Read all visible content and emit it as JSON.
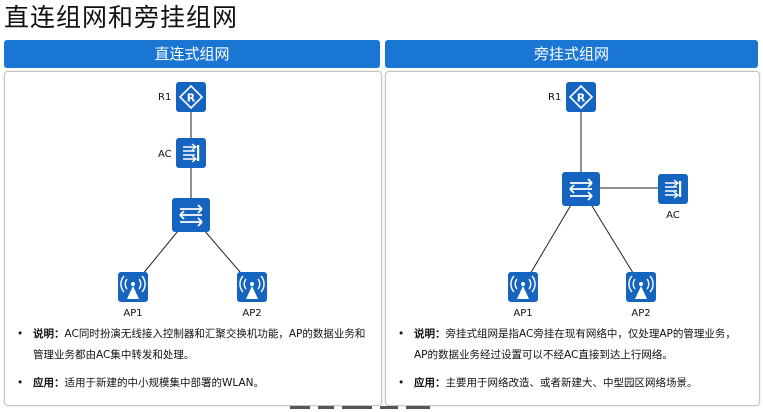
{
  "page_title": "直连组网和旁挂组网",
  "left_panel": {
    "header": "直连式组网",
    "labels": {
      "r1": "R1",
      "ac": "AC",
      "ap1": "AP1",
      "ap2": "AP2"
    },
    "notes": [
      {
        "term": "说明：",
        "text": "AC同时扮演无线接入控制器和汇聚交换机功能，AP的数据业务和管理业务都由AC集中转发和处理。"
      },
      {
        "term": "应用：",
        "text": "适用于新建的中小规模集中部署的WLAN。"
      }
    ]
  },
  "right_panel": {
    "header": "旁挂式组网",
    "labels": {
      "r1": "R1",
      "ac": "AC",
      "ap1": "AP1",
      "ap2": "AP2"
    },
    "notes": [
      {
        "term": "说明：",
        "text": "旁挂式组网是指AC旁挂在现有网络中，仅处理AP的管理业务，AP的数据业务经过设置可以不经AC直接到达上行网络。"
      },
      {
        "term": "应用：",
        "text": "主要用于网络改造、或者新建大、中型园区网络场景。"
      }
    ]
  },
  "colors": {
    "header_bg": "#1976d2",
    "device_blue": "#1565c0",
    "line": "#222222"
  },
  "icons": [
    "router-icon",
    "access-controller-icon",
    "switch-icon",
    "access-point-icon"
  ]
}
